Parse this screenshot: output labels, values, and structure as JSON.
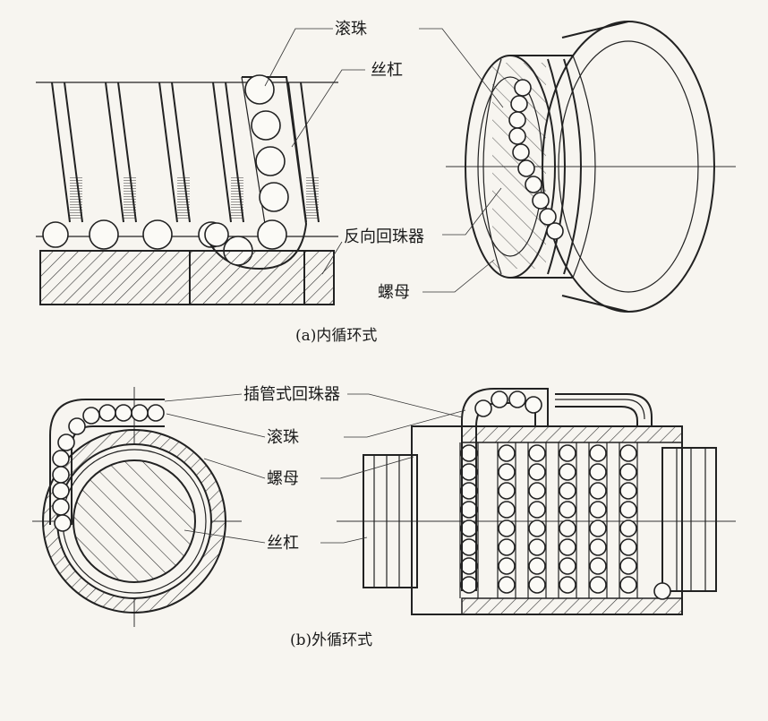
{
  "labels": {
    "ball": "滚珠",
    "screw": "丝杠",
    "deflector": "反向回珠器",
    "nut": "螺母",
    "tube_return": "插管式回珠器"
  },
  "captions": {
    "internal": "(a)内循环式",
    "external": "(b)外循环式"
  }
}
